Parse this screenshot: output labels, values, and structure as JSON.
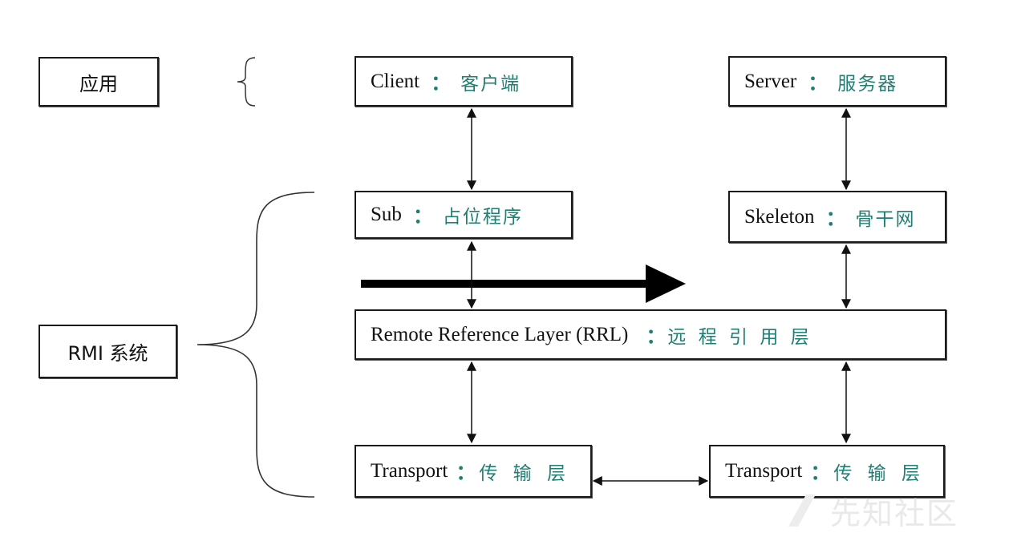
{
  "left_labels": {
    "app": "应用",
    "rmi": "RMI 系统"
  },
  "client": {
    "en": "Client",
    "sep": "：",
    "zh": "客户端"
  },
  "server": {
    "en": "Server",
    "sep": "：",
    "zh": "服务器"
  },
  "sub": {
    "en": "Sub",
    "sep": "：",
    "zh": "占位程序"
  },
  "skeleton": {
    "en": "Skeleton",
    "sep": "：",
    "zh": "骨干网"
  },
  "rrl": {
    "en": "Remote Reference Layer (RRL)",
    "sep": "：",
    "zh": "远 程 引 用 层"
  },
  "transport_left": {
    "en": "Transport",
    "sep": "：",
    "zh": "传 输 层"
  },
  "transport_right": {
    "en": "Transport",
    "sep": "：",
    "zh": "传 输 层"
  },
  "watermark": "先知社区"
}
